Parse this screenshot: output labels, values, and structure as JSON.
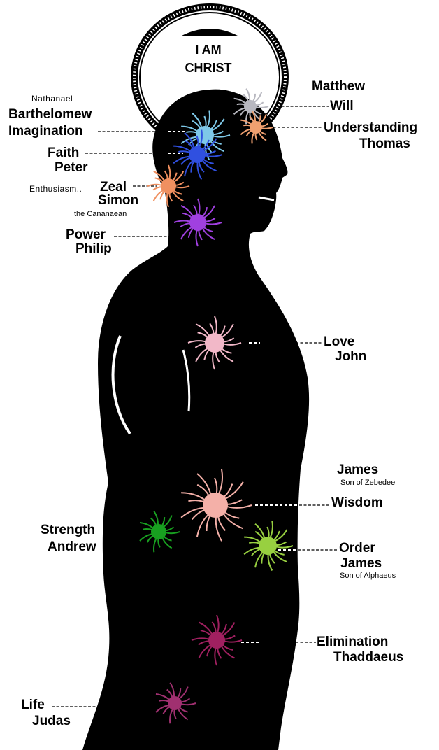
{
  "halo": {
    "line1": "I AM",
    "line2": "CHRIST"
  },
  "labels": {
    "nathanael": "Nathanael",
    "barthelomew": "Barthelomew",
    "imagination": "Imagination",
    "faith": "Faith",
    "peter": "Peter",
    "enthusiasm": "Enthusiasm..",
    "zeal": "Zeal",
    "simon": "Simon",
    "cananaean": "the Cananaean",
    "power": "Power",
    "philip": "Philip",
    "matthew": "Matthew",
    "will": "Will",
    "understanding": "Understanding",
    "thomas": "Thomas",
    "love": "Love",
    "john": "John",
    "james1": "James",
    "zebedee": "Son of Zebedee",
    "wisdom": "Wisdom",
    "strength": "Strength",
    "andrew": "Andrew",
    "order": "Order",
    "james2": "James",
    "alphaeus": "Son of Alphaeus",
    "elimination": "Elimination",
    "thaddaeus": "Thaddaeus",
    "life": "Life",
    "judas": "Judas"
  },
  "centers": [
    {
      "name": "will",
      "color": "#b8b8c0"
    },
    {
      "name": "imagination",
      "color": "#7ec8e8"
    },
    {
      "name": "understanding",
      "color": "#f0a070"
    },
    {
      "name": "faith",
      "color": "#3050e0"
    },
    {
      "name": "zeal",
      "color": "#f09060"
    },
    {
      "name": "power",
      "color": "#a040e0"
    },
    {
      "name": "love",
      "color": "#f2b8c8"
    },
    {
      "name": "wisdom",
      "color": "#f4b0a8"
    },
    {
      "name": "strength",
      "color": "#18a020"
    },
    {
      "name": "order",
      "color": "#98d040"
    },
    {
      "name": "elimination",
      "color": "#a02060"
    },
    {
      "name": "life",
      "color": "#a03070"
    }
  ]
}
